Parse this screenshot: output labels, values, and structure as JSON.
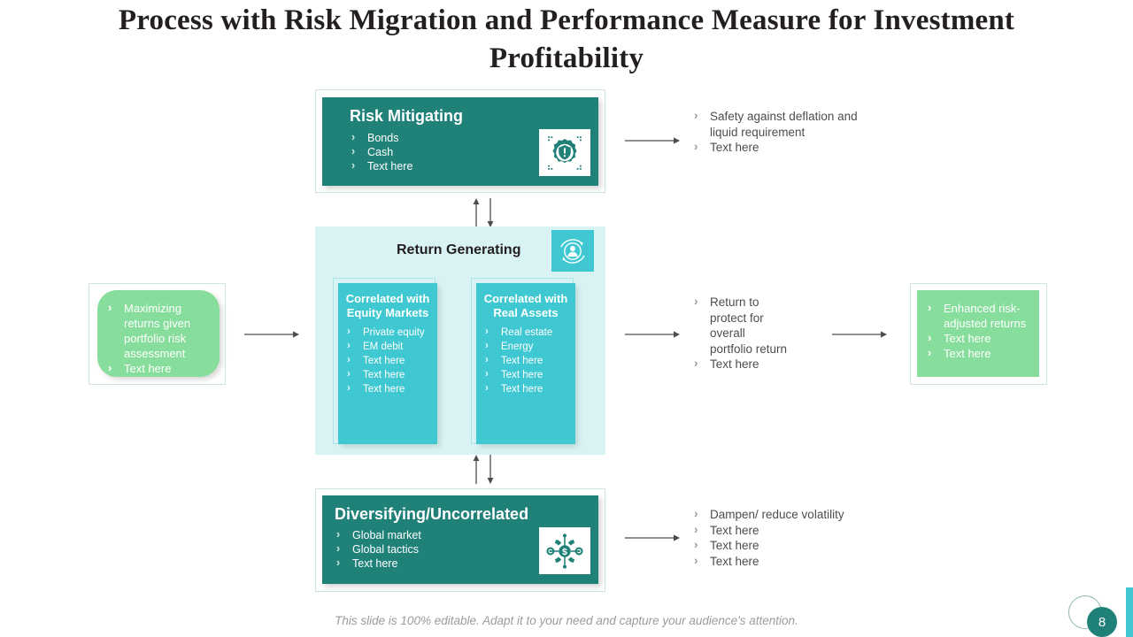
{
  "slide": {
    "title": "Process with Risk Migration and Performance Measure for Investment Profitability",
    "footer_note": "This slide is 100% editable. Adapt it to your need and capture your audience's attention.",
    "page_number": "8"
  },
  "colors": {
    "teal": "#1f8177",
    "cyan": "#3fc8d1",
    "panel_bg": "#d9f3f4",
    "green": "#86dd9c",
    "title_text": "#231f20",
    "body_text": "#4d4d4d"
  },
  "risk_mitigating": {
    "title": "Risk Mitigating",
    "bullets": [
      "Bonds",
      "Cash",
      "Text here"
    ],
    "icon": "gear-alert-icon",
    "outcomes": [
      "Safety against deflation and liquid requirement",
      "Text here"
    ]
  },
  "return_generating": {
    "title": "Return Generating",
    "icon": "person-cycle-icon",
    "cards": [
      {
        "title": "Correlated with Equity Markets",
        "bullets": [
          "Private equity",
          "EM debit",
          "Text here",
          "Text here",
          "Text here"
        ]
      },
      {
        "title": "Correlated with Real Assets",
        "bullets": [
          "Real estate",
          "Energy",
          "Text here",
          "Text here",
          "Text here"
        ]
      }
    ],
    "outcomes": [
      "Return to protect for overall portfolio return",
      "Text here"
    ]
  },
  "diversifying": {
    "title": "Diversifying/Uncorrelated",
    "bullets": [
      "Global market",
      "Global tactics",
      "Text here"
    ],
    "icon": "money-distribution-icon",
    "outcomes": [
      "Dampen/ reduce volatility",
      "Text here",
      "Text here",
      "Text here"
    ]
  },
  "input_box": {
    "bullets": [
      "Maximizing returns given portfolio risk assessment",
      "Text here"
    ]
  },
  "output_box": {
    "bullets": [
      "Enhanced risk-adjusted returns",
      "Text here",
      "Text here"
    ]
  }
}
